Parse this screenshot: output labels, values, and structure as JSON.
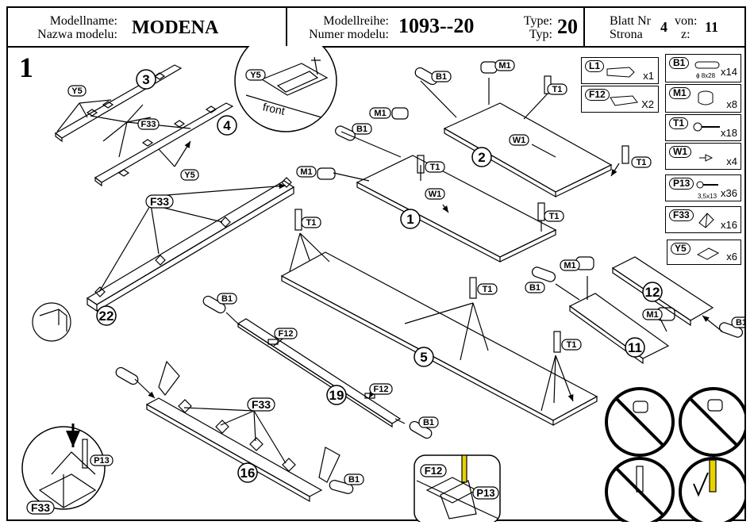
{
  "header": {
    "model_name_label_1": "Modellname:",
    "model_name_label_2": "Nazwa modelu:",
    "model_name": "MODENA",
    "series_label_1": "Modellreihe:",
    "series_label_2": "Numer modelu:",
    "series_number": "1093--20",
    "type_label_1": "Type:",
    "type_label_2": "Typ:",
    "type_value": "20",
    "sheet_label_1": "Blatt Nr",
    "sheet_label_2": "Strona",
    "sheet_value": "4",
    "of_label_1": "von:",
    "of_label_2": "z:",
    "of_value": "11"
  },
  "step_number": "1",
  "inset_top": {
    "tag": "Y5",
    "caption": "front"
  },
  "parts": {
    "p3": "3",
    "p4": "4",
    "p22": "22",
    "p1": "1",
    "p2": "2",
    "p5": "5",
    "p11": "11",
    "p12": "12",
    "p16": "16",
    "p19": "19"
  },
  "labels": {
    "y5": "Y5",
    "f33": "F33",
    "b1": "B1",
    "m1": "M1",
    "t1": "T1",
    "w1": "W1",
    "f12": "F12",
    "p13": "P13",
    "l1": "L1"
  },
  "legend": [
    {
      "tag": "L1",
      "qty": "x1",
      "icon": "glue-tube-icon"
    },
    {
      "tag": "F12",
      "qty": "X2",
      "icon": "shelf-support-icon"
    },
    {
      "tag": "B1",
      "qty": "x14",
      "icon": "dowel-icon",
      "spec": "ϕ 8x28"
    },
    {
      "tag": "M1",
      "qty": "x8",
      "icon": "cam-lock-icon"
    },
    {
      "tag": "T1",
      "qty": "x18",
      "icon": "cam-bolt-icon"
    },
    {
      "tag": "W1",
      "qty": "x4",
      "icon": "pin-icon"
    },
    {
      "tag": "P13",
      "qty": "x36",
      "icon": "screw-icon",
      "spec": "3,5x13"
    },
    {
      "tag": "F33",
      "qty": "x16",
      "icon": "corner-bracket-icon"
    },
    {
      "tag": "Y5",
      "qty": "x6",
      "icon": "connector-icon"
    }
  ],
  "colors": {
    "ink": "#000000",
    "paper": "#ffffff",
    "screw_tip": "#e8d200"
  }
}
